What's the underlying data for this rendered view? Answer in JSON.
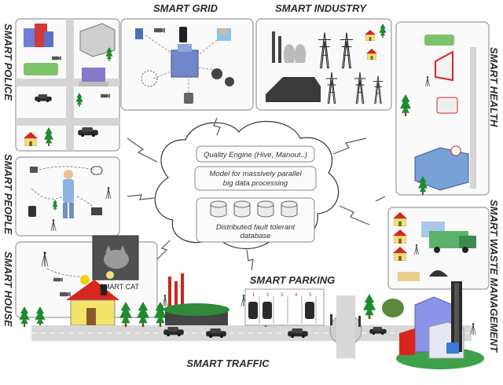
{
  "labels": {
    "smart_grid": "SMART GRID",
    "smart_industry": "SMART INDUSTRY",
    "smart_police": "SMART POLICE",
    "smart_health": "SMART HEALTH",
    "smart_people": "SMART PEOPLE",
    "smart_waste": "SMART WASTE MANAGEMENT",
    "smart_house": "SMART HOUSE",
    "smart_cat": "SMART CAT",
    "smart_parking": "SMART PARKING",
    "smart_traffic": "SMART TRAFFIC"
  },
  "cloud": {
    "box1": "Quality Engine (Hive, Manout..)",
    "box2_line1": "Model for massively parallel",
    "box2_line2": "big data processing",
    "box3_line1": "Distributed fault tolerant",
    "box3_line2": "database"
  },
  "parking_numbers": [
    "1",
    "2",
    "3",
    "4",
    "5"
  ],
  "colors": {
    "panel_border": "#9a9a9a",
    "tree": "#1f8a2e",
    "road": "#d8d8d8",
    "house_wall": "#f3e36a",
    "roof": "#d8261e",
    "building_blue": "#7a8fe0",
    "car": "#2a2a2a"
  }
}
